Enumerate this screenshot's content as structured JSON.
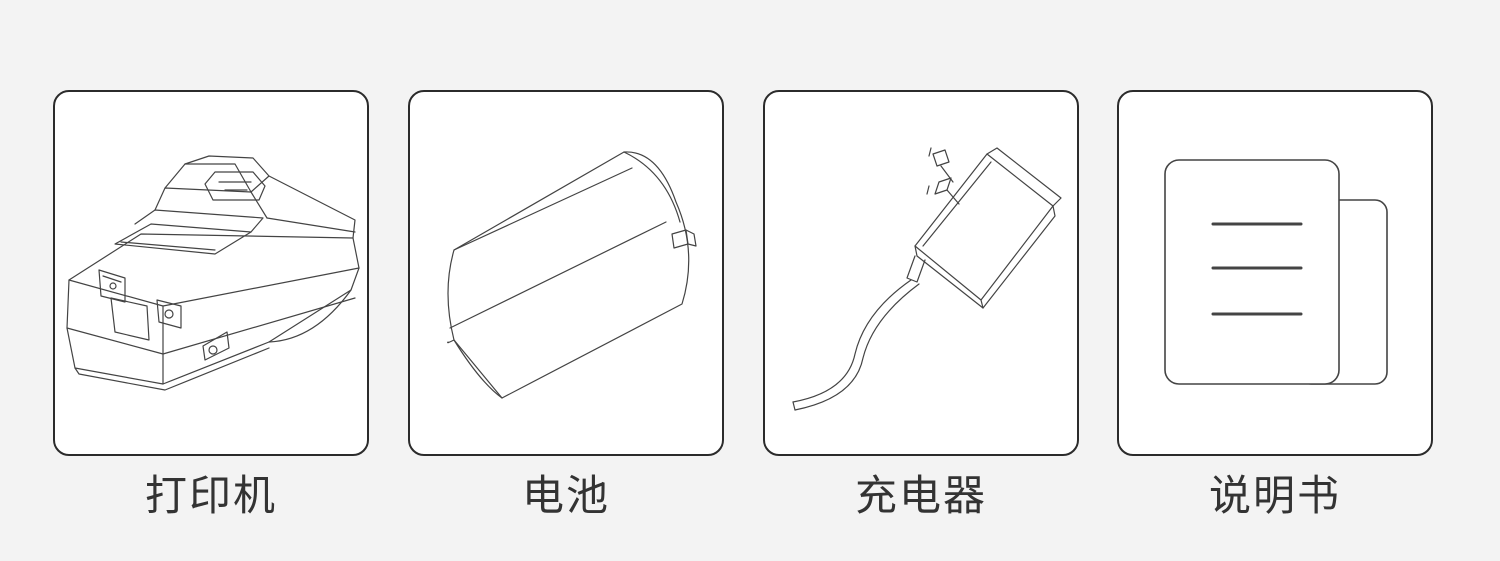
{
  "items": [
    {
      "label": "打印机",
      "icon": "printer-icon"
    },
    {
      "label": "电池",
      "icon": "battery-icon"
    },
    {
      "label": "充电器",
      "icon": "charger-icon"
    },
    {
      "label": "说明书",
      "icon": "manual-icon"
    }
  ],
  "colors": {
    "background": "#f3f3f3",
    "card": "#ffffff",
    "outline": "#2b2b2b",
    "text": "#333333"
  }
}
